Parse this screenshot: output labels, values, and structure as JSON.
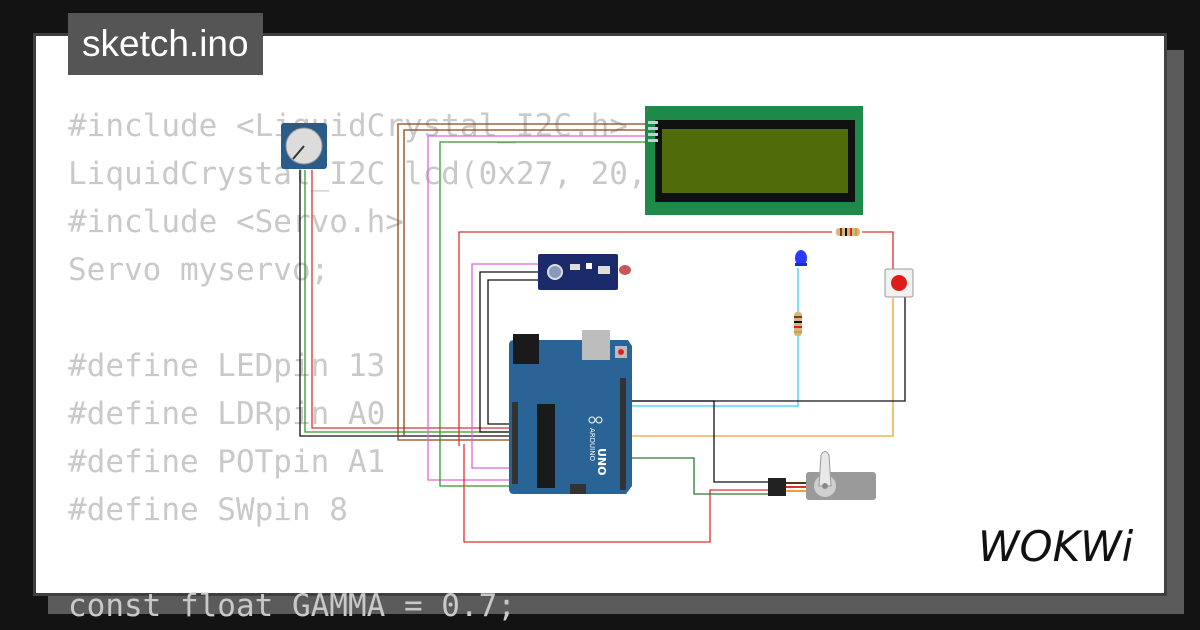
{
  "project": {
    "file_name": "sketch.ino"
  },
  "code_lines": [
    "#include <LiquidCrystal_I2C.h>",
    "LiquidCrystal_I2C lcd(0x27, 20, 4);",
    "#include <Servo.h>",
    "Servo myservo;",
    "",
    "#define LEDpin 13",
    "#define LDRpin A0",
    "#define POTpin A1",
    "#define SWpin 8",
    "",
    "const float GAMMA = 0.7;"
  ],
  "brand": {
    "name": "WOKWi"
  },
  "board": {
    "logo_text": "ARDUINO",
    "model_text": "UNO"
  },
  "colors": {
    "board": "#2a6496",
    "lcd_pcb": "#1e8a4a",
    "lcd_screen": "#4f6b0a",
    "led": "#2a3bff",
    "button_cap": "#e01b1b",
    "wire_red": "#e03030",
    "wire_brown": "#8b4513",
    "wire_pink": "#e066d8",
    "wire_green": "#2e9a2e",
    "wire_black": "#111111",
    "wire_cyan": "#35d2f0",
    "wire_orange": "#f0a030",
    "wire_darkgreen": "#2c7a2c"
  }
}
